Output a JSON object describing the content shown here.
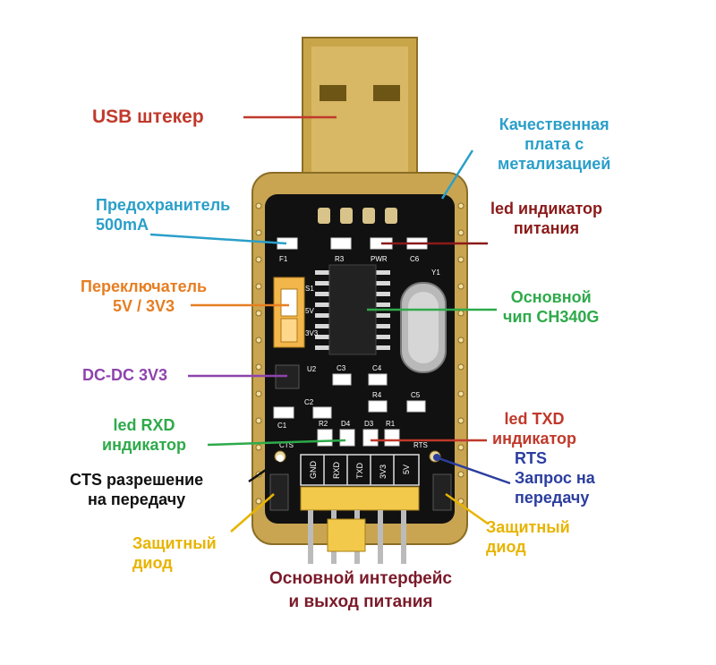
{
  "colors": {
    "usb": "#c0392b",
    "metal": "#2a9fc9",
    "fuse": "#2a9fc9",
    "power_led": "#8b1a1a",
    "switch": "#e67e22",
    "chip": "#2eaa4a",
    "dcdc": "#8e44ad",
    "rxd": "#2eaa4a",
    "txd": "#c0392b",
    "cts": "#111111",
    "rts": "#2c3e9f",
    "diode": "#e8b400",
    "interface": "#7a1a2a"
  },
  "labels": {
    "usb_plug": "USB штекер",
    "metal_board": [
      "Качественная",
      "плата с",
      "метализацией"
    ],
    "fuse": [
      "Предохранитель",
      "500mA"
    ],
    "power_led": [
      "led индикатор",
      "питания"
    ],
    "switch": [
      "Переключатель",
      "5V / 3V3"
    ],
    "main_chip": [
      "Основной",
      "чип CH340G"
    ],
    "dcdc": "DC-DC 3V3",
    "rxd_led": [
      "led RXD",
      "индикатор"
    ],
    "txd_led": [
      "led TXD",
      "индикатор"
    ],
    "cts": [
      "CTS разрешение",
      "на передачу"
    ],
    "rts": [
      "RTS",
      "Запрос на",
      "передачу"
    ],
    "diode_left": [
      "Защитный",
      "диод"
    ],
    "diode_right": [
      "Защитный",
      "диод"
    ],
    "interface": [
      "Основной интерфейс",
      "и выход питания"
    ]
  },
  "board": {
    "silk": {
      "f1": "F1",
      "r3": "R3",
      "pwr": "PWR",
      "c6": "C6",
      "y1": "Y1",
      "u2": "U2",
      "c3": "C3",
      "c4": "C4",
      "r4": "R4",
      "c5": "C5",
      "c2": "C2",
      "c1": "C1",
      "r2": "R2",
      "d4": "D4",
      "d3": "D3",
      "r1": "R1",
      "cts": "CTS",
      "rts": "RTS",
      "s1": "S1",
      "5v": "5V",
      "3v3": "3V3"
    },
    "pins": [
      "GND",
      "RXD",
      "TXD",
      "3V3",
      "5V"
    ]
  }
}
